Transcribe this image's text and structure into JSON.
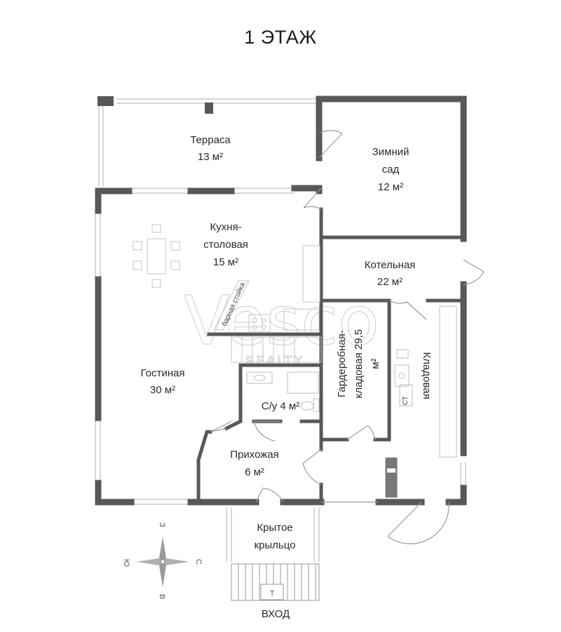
{
  "title": "1 ЭТАЖ",
  "rooms": {
    "terrace": {
      "name": "Терраса",
      "area": "13 м²"
    },
    "winter_garden": {
      "name_1": "Зимний",
      "name_2": "сад",
      "area": "12 м²"
    },
    "kitchen": {
      "name_1": "Кухня-",
      "name_2": "столовая",
      "area": "15 м²"
    },
    "boiler": {
      "name": "Котельная",
      "area": "22 м²"
    },
    "living": {
      "name": "Гостиная",
      "area": "30 м²"
    },
    "wardrobe": {
      "name_1": "Гардеробная-",
      "name_2": "кладовая 29,5",
      "name_3": "м²"
    },
    "pantry": {
      "name": "Кладовая"
    },
    "bathroom": {
      "label": "С/у 4 м²"
    },
    "hallway": {
      "name": "Прихожая",
      "area": "6 м²"
    },
    "porch": {
      "name_1": "Крытое",
      "name_2": "крыльцо"
    }
  },
  "labels": {
    "bar_counter": "барная стойка",
    "st": "СТ",
    "entrance": "ВХОД",
    "porch_step": "Т"
  },
  "compass": {
    "west": "З",
    "east": "В",
    "north": "С",
    "south": "Ю"
  },
  "watermark": {
    "main": "Vesco",
    "sub": "REALTY"
  },
  "colors": {
    "wall": "#585858",
    "window": "#bdbdbd",
    "furniture": "#c4c4c4",
    "text": "#2a2a2a"
  }
}
